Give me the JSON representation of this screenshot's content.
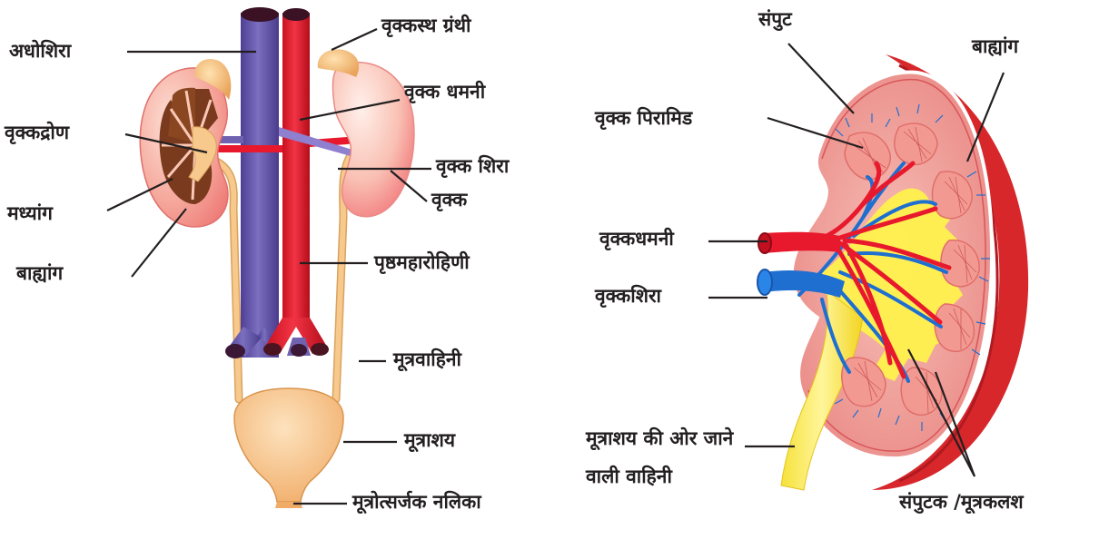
{
  "left_diagram": {
    "labels": {
      "adhoshira": "अधोशिरा",
      "vrikkastha_granthi": "वृक्कस्थ ग्रंथी",
      "vrikka_dhamani": "वृक्क धमनी",
      "vrikkadron": "वृक्कद्रोण",
      "vrikka_shira": "वृक्क शिरा",
      "madhyang": "मध्यांग",
      "vrikka": "वृक्क",
      "bahyang": "बाह्यांग",
      "prishthmaharohini": "पृष्ठमहारोहिणी",
      "mutravahini": "मूत्रवाहिनी",
      "mutrashay": "मूत्राशय",
      "mutrotsarjak_nalika": "मूत्रोत्सर्जक नलिका"
    }
  },
  "right_diagram": {
    "labels": {
      "sampoot": "संपुट",
      "bahyang": "बाह्यांग",
      "vrikka_piramid": "वृक्क पिरामिड",
      "vrikkadhamani": "वृक्कधमनी",
      "vrikkashira": "वृक्कशिरा",
      "mutrashay_ki_or": "मूत्राशय की ओर जाने वाली वाहिनी",
      "sampootak": "संपुटक /मूत्रकलश"
    }
  },
  "colors": {
    "vein": "#6f62b0",
    "artery": "#e8192c",
    "kidney": "#f4a39a",
    "ureter": "#f7c98d",
    "pelvis_yellow": "#fff14d",
    "capsule": "#d7272b",
    "line": "#231f20"
  }
}
